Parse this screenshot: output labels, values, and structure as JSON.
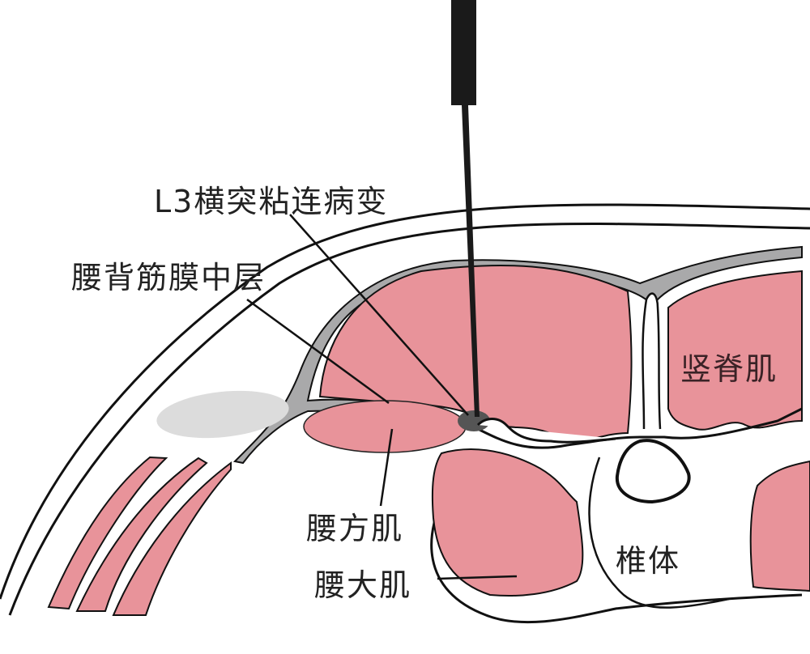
{
  "title": "L3 transverse process syndrome — cross-section diagram",
  "labels": {
    "lesion": "L3横突粘连病变",
    "fascia": "腰背筋膜中层",
    "erector": "竖脊肌",
    "quadratus": "腰方肌",
    "psoas": "腰大肌",
    "vertebra": "椎体"
  },
  "colors": {
    "muscle": "#e8939a",
    "fascia": "#a9a9aa",
    "outline": "#111111",
    "needle": "#1a1a1a",
    "lesion": "#555555",
    "kidney_shadow": "#dcdcdc"
  }
}
